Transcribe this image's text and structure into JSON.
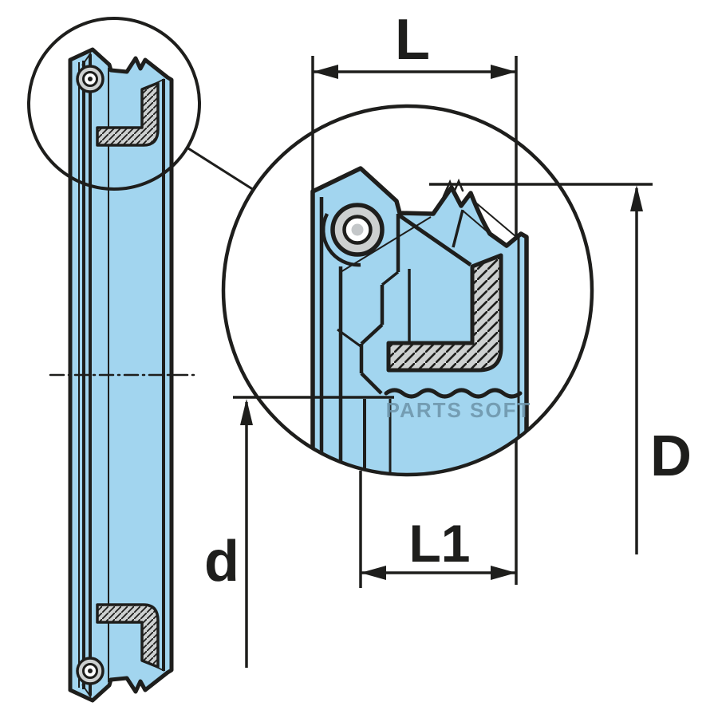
{
  "drawing": {
    "type": "technical-drawing-shaft-seal",
    "watermark": "PARTS SOFT"
  },
  "dimensions": {
    "width": {
      "label": "L"
    },
    "lip_width": {
      "label": "L1"
    },
    "outer_diameter": {
      "label": "D"
    },
    "shaft_diameter": {
      "label": "d"
    }
  },
  "colors": {
    "body_fill": "#a2d5ef",
    "line": "#1e1e1c",
    "metal_fill": "#cdd0d0",
    "spring_core": "#c4c7c9",
    "watermark": "#6d94a9",
    "background": "#ffffff"
  }
}
